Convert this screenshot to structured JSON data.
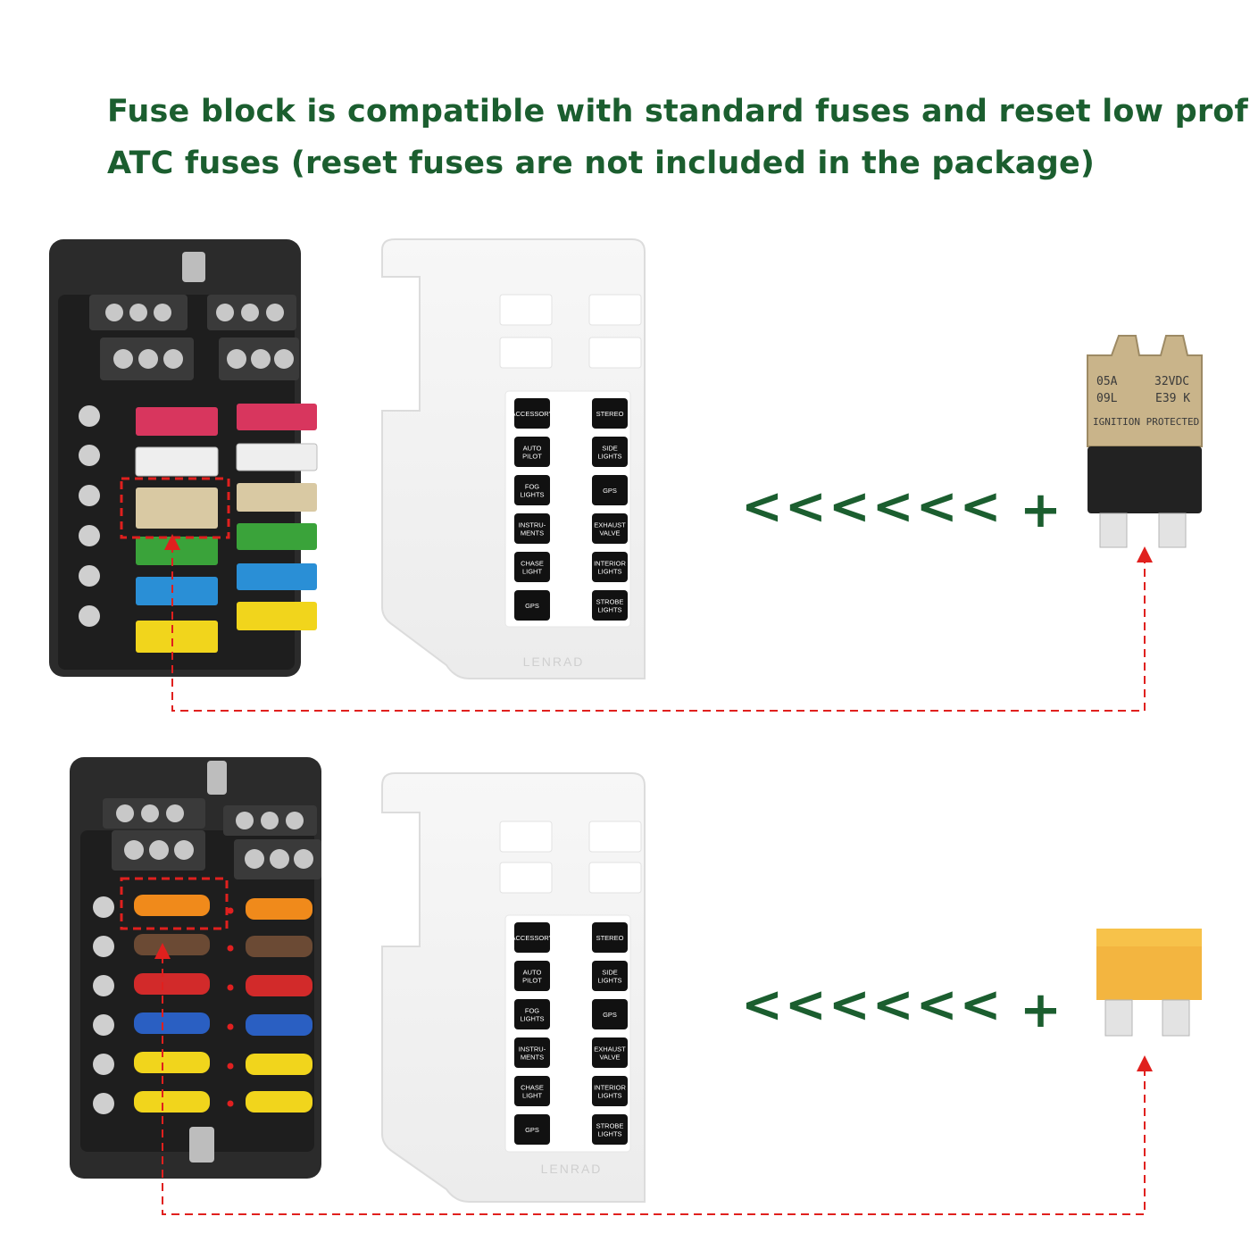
{
  "headline": {
    "line1": "Fuse block is compatible with standard fuses and reset low profile",
    "line2": "ATC fuses (reset fuses are not included in the package)"
  },
  "cover_labels": {
    "left": [
      [
        "ACCESSORY"
      ],
      [
        "AUTO",
        "PILOT"
      ],
      [
        "FOG",
        "LIGHTS"
      ],
      [
        "INSTRU-",
        "MENTS"
      ],
      [
        "CHASE",
        "LIGHT"
      ],
      [
        "GPS"
      ]
    ],
    "right": [
      [
        "STEREO"
      ],
      [
        "SIDE",
        "LIGHTS"
      ],
      [
        "GPS"
      ],
      [
        "EXHAUST",
        "VALVE"
      ],
      [
        "INTERIOR",
        "LIGHTS"
      ],
      [
        "STROBE",
        "LIGHTS"
      ]
    ]
  },
  "brand": "LENRAD",
  "arrows_text": "<<<<<<",
  "plus_sign": "+",
  "breaker_fuse": {
    "line1_left": "05A",
    "line1_right": "32VDC",
    "line2_left": "09L",
    "line2_right": "E39 K",
    "line3": "IGNITION PROTECTED"
  },
  "colors": {
    "headline": "#1b5e2f",
    "arrows": "#1b5e2f",
    "dashed_guide": "#e0201e",
    "block_body": "#2a2a2a"
  },
  "fuse_colors_top": [
    "#d8365e",
    "#eeeeee",
    "#d9c9a3",
    "#3aa33a",
    "#2a8fd6",
    "#f1d51c"
  ],
  "fuse_colors_bottom": [
    "#f08a1b",
    "#6b4a34",
    "#d22a2a",
    "#2a5fc2",
    "#f1d51c",
    "#f1d51c"
  ]
}
